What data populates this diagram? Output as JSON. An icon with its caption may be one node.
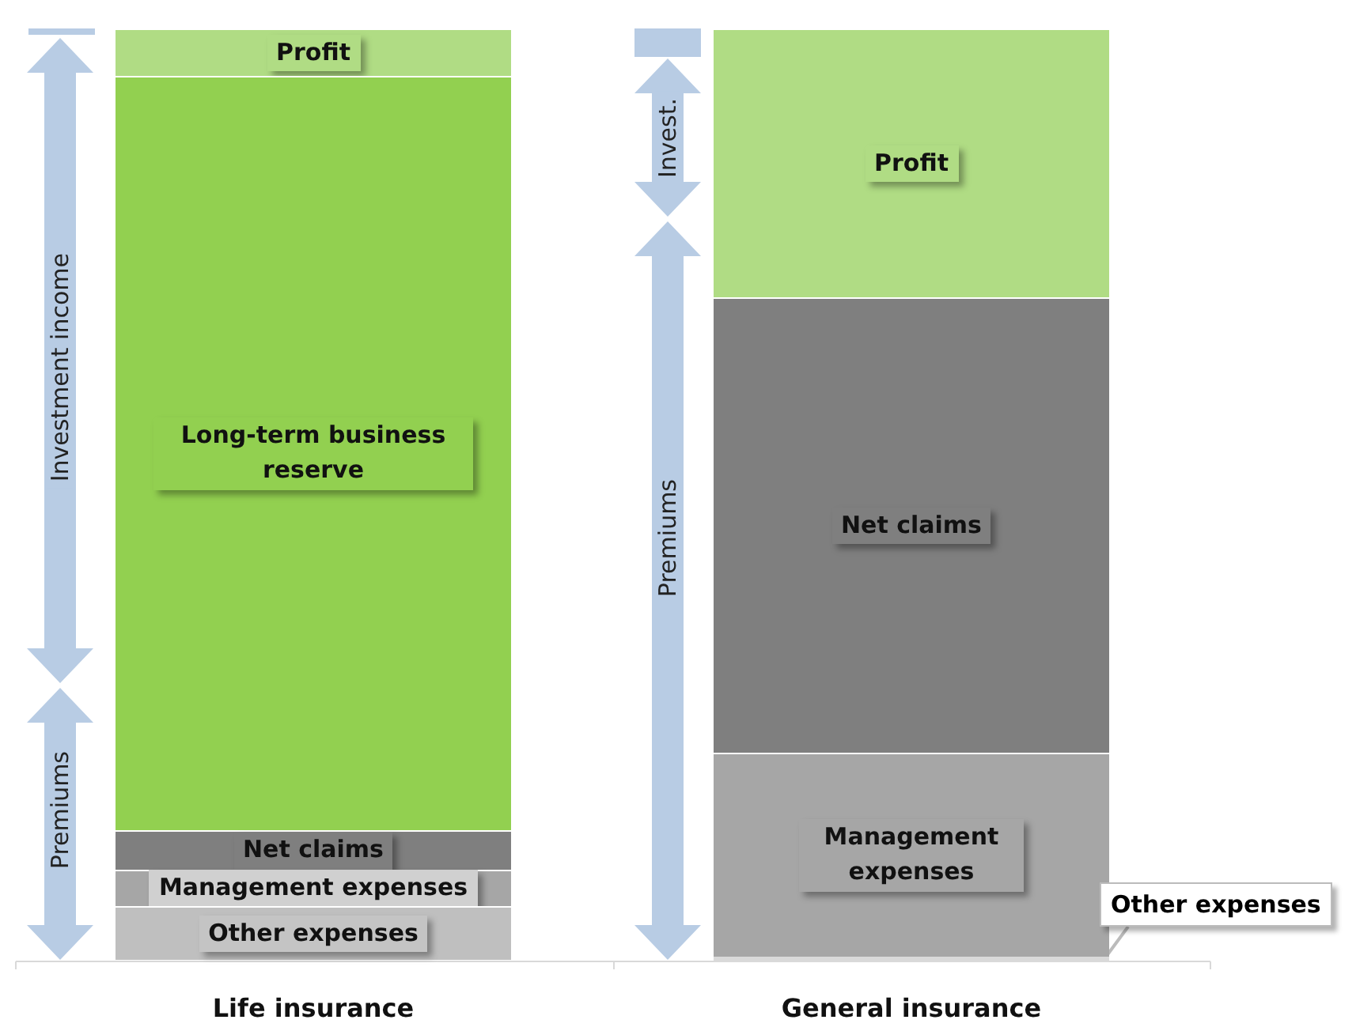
{
  "diagram": {
    "nodes": [
      {
        "text": [
          "Profit"
        ]
      },
      {
        "text": [
          "Long-term business reserve"
        ]
      },
      {
        "text": [
          "Net claims"
        ]
      },
      {
        "text": [
          "Management expenses"
        ]
      },
      {
        "text": [
          "Other expenses"
        ]
      },
      {
        "text": [
          "Profit"
        ]
      },
      {
        "text": [
          "Net claims"
        ]
      },
      {
        "text": [
          "Management expenses"
        ]
      },
      {
        "text": [
          "Other expenses"
        ]
      },
      {
        "text": [],
        "shape": "bar"
      }
    ],
    "edges": [
      {
        "from": 8,
        "to": 9,
        "arrow": "none"
      }
    ],
    "labels": [
      "Investment income",
      "Premiums",
      "Invest.",
      "Premiums",
      "Life insurance",
      "General insurance"
    ]
  }
}
